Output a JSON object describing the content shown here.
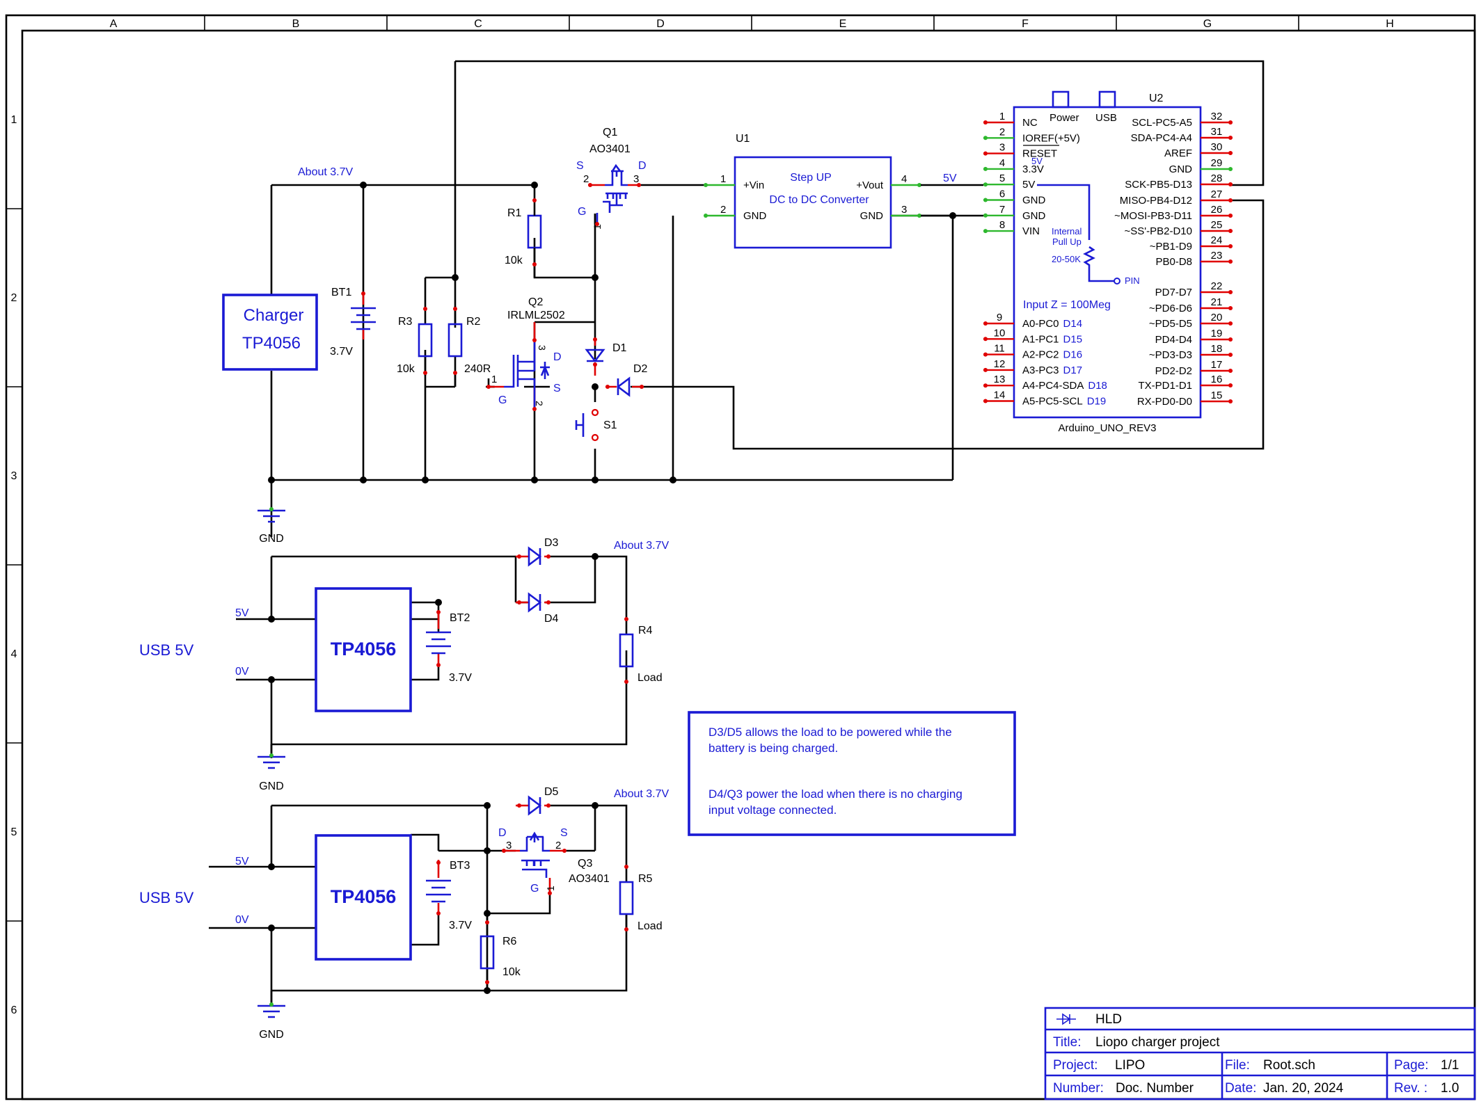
{
  "frame": {
    "columns": [
      "A",
      "B",
      "C",
      "D",
      "E",
      "F",
      "G",
      "H"
    ],
    "rows": [
      "1",
      "2",
      "3",
      "4",
      "5",
      "6"
    ]
  },
  "components": {
    "charger1": {
      "line1": "Charger",
      "line2": "TP4056"
    },
    "bt1": {
      "ref": "BT1",
      "value": "3.7V"
    },
    "net_about1": "About 3.7V",
    "gnd_label": "GND",
    "r3": {
      "ref": "R3",
      "value": "10k"
    },
    "r2": {
      "ref": "R2",
      "value": "240R"
    },
    "r1": {
      "ref": "R1",
      "value": "10k"
    },
    "q1": {
      "ref": "Q1",
      "value": "AO3401",
      "s": "S",
      "d": "D",
      "g": "G",
      "p1": "1",
      "p2": "2",
      "p3": "3"
    },
    "q2": {
      "ref": "Q2",
      "value": "IRLML2502",
      "d": "D",
      "s": "S",
      "g": "G",
      "p1": "1",
      "p2": "2",
      "p3": "3"
    },
    "d1": {
      "ref": "D1"
    },
    "d2": {
      "ref": "D2"
    },
    "s1": {
      "ref": "S1"
    },
    "u1": {
      "ref": "U1",
      "title1": "Step UP",
      "title2": "DC to DC Converter",
      "vin": "+Vin",
      "gnd_l": "GND",
      "vout": "+Vout",
      "gnd_r": "GND",
      "p1": "1",
      "p2": "2",
      "p3": "3",
      "p4": "4"
    },
    "net_5v": "5V"
  },
  "arduino": {
    "ref": "U2",
    "name": "Arduino_UNO_REV3",
    "power_label": "Power",
    "usb_label": "USB",
    "left_pins": [
      {
        "num": "1",
        "name": "NC"
      },
      {
        "num": "2",
        "name": "IOREF(+5V)"
      },
      {
        "num": "3",
        "name": "RESET"
      },
      {
        "num": "4",
        "name": "3.3V"
      },
      {
        "num": "5",
        "name": "5V"
      },
      {
        "num": "6",
        "name": "GND"
      },
      {
        "num": "7",
        "name": "GND"
      },
      {
        "num": "8",
        "name": "VIN"
      }
    ],
    "overlap_label": "5V",
    "right_pins": [
      {
        "num": "32",
        "name": "SCL-PC5-A5"
      },
      {
        "num": "31",
        "name": "SDA-PC4-A4"
      },
      {
        "num": "30",
        "name": "AREF"
      },
      {
        "num": "29",
        "name": "GND"
      },
      {
        "num": "28",
        "name": "SCK-PB5-D13"
      },
      {
        "num": "27",
        "name": "MISO-PB4-D12"
      },
      {
        "num": "26",
        "name": "~MOSI-PB3-D11"
      },
      {
        "num": "25",
        "name": "~SS'-PB2-D10"
      },
      {
        "num": "24",
        "name": "~PB1-D9"
      },
      {
        "num": "23",
        "name": "PB0-D8"
      },
      {
        "num": "22",
        "name": "PD7-D7"
      },
      {
        "num": "21",
        "name": "~PD6-D6"
      },
      {
        "num": "20",
        "name": "~PD5-D5"
      },
      {
        "num": "19",
        "name": "PD4-D4"
      },
      {
        "num": "18",
        "name": "~PD3-D3"
      },
      {
        "num": "17",
        "name": "PD2-D2"
      },
      {
        "num": "16",
        "name": "TX-PD1-D1"
      },
      {
        "num": "15",
        "name": "RX-PD0-D0"
      }
    ],
    "analog_pins": [
      {
        "num": "9",
        "name": "A0-PC0",
        "alt": "D14"
      },
      {
        "num": "10",
        "name": "A1-PC1",
        "alt": "D15"
      },
      {
        "num": "11",
        "name": "A2-PC2",
        "alt": "D16"
      },
      {
        "num": "12",
        "name": "A3-PC3",
        "alt": "D17"
      },
      {
        "num": "13",
        "name": "A4-PC4-SDA",
        "alt": "D18"
      },
      {
        "num": "14",
        "name": "A5-PC5-SCL",
        "alt": "D19"
      }
    ],
    "pullup_line1": "Internal",
    "pullup_line2": "Pull Up",
    "pullup_value": "20-50K",
    "pin_label": "PIN",
    "input_z": "Input Z = 100Meg"
  },
  "circuit2": {
    "usb": "USB 5V",
    "v5": "5V",
    "v0": "0V",
    "chip": "TP4056",
    "bt": {
      "ref": "BT2",
      "value": "3.7V"
    },
    "d3": "D3",
    "d4": "D4",
    "about": "About 3.7V",
    "r": {
      "ref": "R4",
      "value": "Load"
    },
    "gnd": "GND"
  },
  "circuit3": {
    "usb": "USB 5V",
    "v5": "5V",
    "v0": "0V",
    "chip": "TP4056",
    "bt": {
      "ref": "BT3",
      "value": "3.7V"
    },
    "d5": "D5",
    "about": "About 3.7V",
    "q3": {
      "ref": "Q3",
      "value": "AO3401",
      "d": "D",
      "s": "S",
      "g": "G",
      "p1": "1",
      "p2": "2",
      "p3": "3"
    },
    "r5": {
      "ref": "R5",
      "value": "Load"
    },
    "r6": {
      "ref": "R6",
      "value": "10k"
    },
    "gnd": "GND"
  },
  "note": {
    "line1": "D3/D5 allows the load to be powered while the",
    "line2": "battery is being charged.",
    "line3": "D4/Q3 power the load when there is no charging",
    "line4": "input voltage connected."
  },
  "title_block": {
    "company": "HLD",
    "title_label": "Title:",
    "title": "Liopo charger project",
    "project_label": "Project:",
    "project": "LIPO",
    "file_label": "File:",
    "file": "Root.sch",
    "page_label": "Page:",
    "page": "1/1",
    "number_label": "Number:",
    "number": "Doc. Number",
    "date_label": "Date:",
    "date": "Jan. 20, 2024",
    "rev_label": "Rev. :",
    "rev": "1.0"
  },
  "colors": {
    "wire": "#000000",
    "symbol": "#1a1ad4",
    "pin": "#e00000",
    "connected_pin": "#2eb82e"
  }
}
